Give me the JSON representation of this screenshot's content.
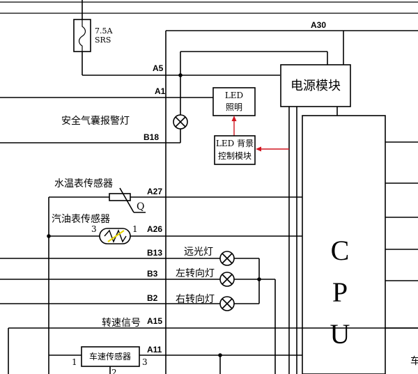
{
  "fuse": {
    "rating": "7.5A",
    "name": "SRS"
  },
  "pins": {
    "a30": "A30",
    "a5": "A5",
    "a1": "A1",
    "b18": "B18",
    "a27": "A27",
    "a26": "A26",
    "b13": "B13",
    "b3": "B3",
    "b2": "B2",
    "a15": "A15",
    "a11": "A11"
  },
  "labels": {
    "power_module": "电源模块",
    "led_lighting_line1": "LED",
    "led_lighting_line2": "照明",
    "led_backlight_line1": "LED 背景",
    "led_backlight_line2": "控制模块",
    "airbag_lamp": "安全气囊报警灯",
    "water_temp_sensor": "水温表传感器",
    "q_mark": "Q",
    "fuel_sensor": "汽油表传感器",
    "fuel_pin_left": "3",
    "fuel_pin_right": "1",
    "high_beam": "远光灯",
    "left_turn": "左转向灯",
    "right_turn": "右转向灯",
    "speed_signal": "转速信号",
    "vehicle_speed_sensor": "车速传感器",
    "vss_pin_1": "1",
    "vss_pin_3": "3",
    "vss_pin_2": "2",
    "right_edge_char": "车"
  },
  "cpu_letters": [
    "C",
    "P",
    "U"
  ]
}
